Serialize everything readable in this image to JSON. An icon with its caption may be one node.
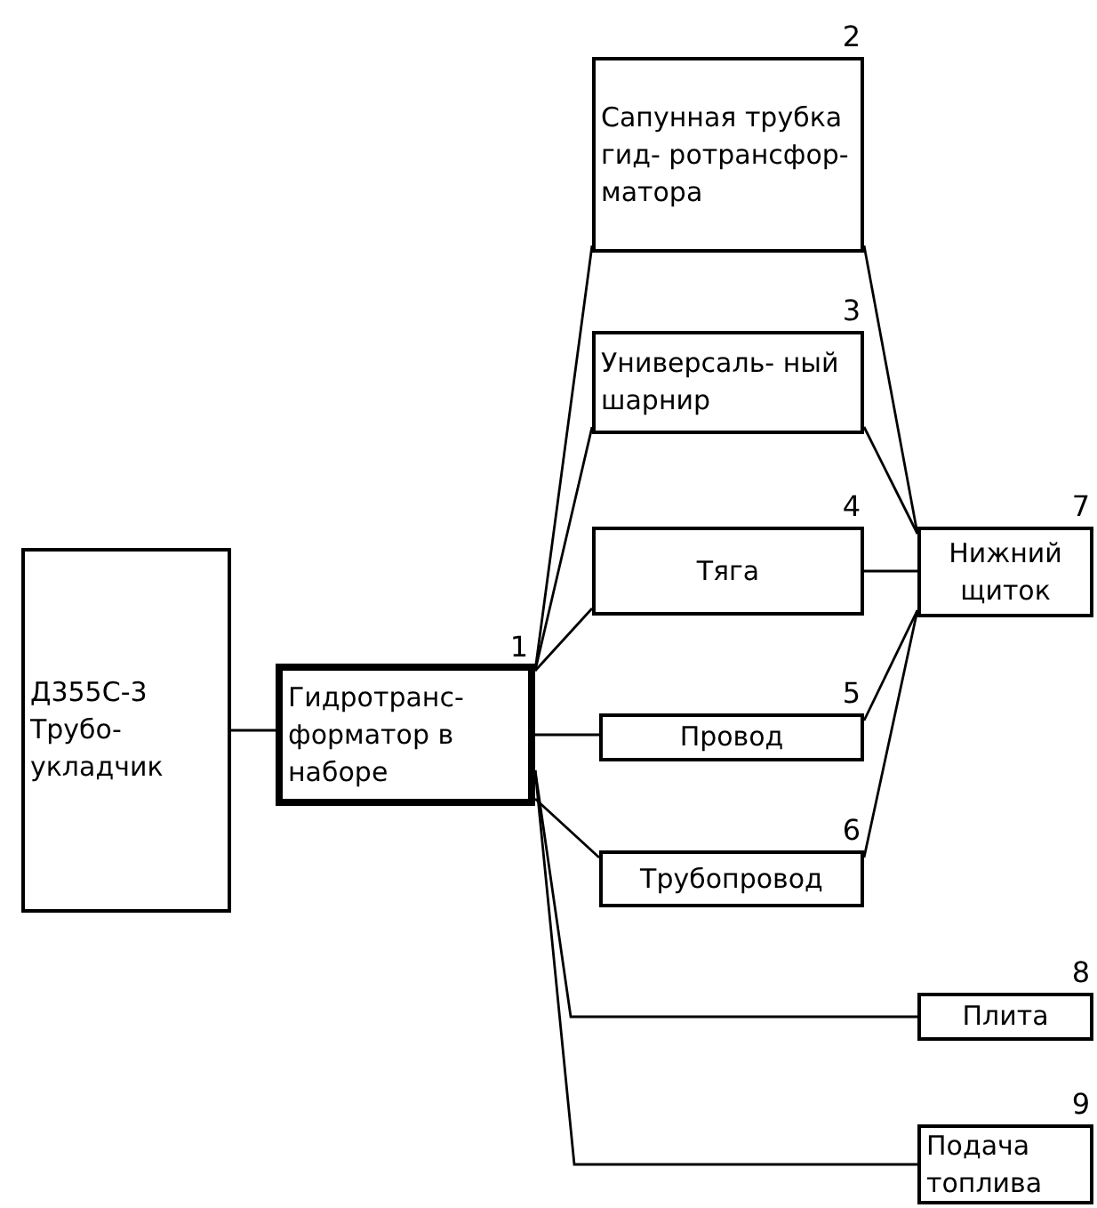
{
  "diagram": {
    "nodes": [
      {
        "text": [
          "Д355С-3 Трубо- укладчик"
        ]
      },
      {
        "text": [
          "Гидротранс- форматор в наборе"
        ],
        "beside": [
          "1"
        ]
      },
      {
        "text": [
          "Сапунная трубка гид- ротрансфор- матора"
        ],
        "beside": [
          "2"
        ]
      },
      {
        "text": [
          "Универсаль- ный шарнир"
        ],
        "beside": [
          "3"
        ]
      },
      {
        "text": [
          "Тяга"
        ],
        "beside": [
          "4"
        ]
      },
      {
        "text": [
          "Провод"
        ],
        "beside": [
          "5"
        ]
      },
      {
        "text": [
          "Трубопровод"
        ],
        "beside": [
          "6"
        ]
      },
      {
        "text": [
          "Нижний щиток"
        ],
        "beside": [
          "7"
        ]
      },
      {
        "text": [
          "Плита"
        ],
        "beside": [
          "8"
        ]
      },
      {
        "text": [
          "Подача топлива"
        ],
        "beside": [
          "9"
        ]
      }
    ],
    "edges": [
      {
        "from": 0,
        "to": 1,
        "arrow": "none"
      },
      {
        "from": 1,
        "to": 2,
        "arrow": "none"
      },
      {
        "from": 1,
        "to": 3,
        "arrow": "none"
      },
      {
        "from": 1,
        "to": 4,
        "arrow": "none"
      },
      {
        "from": 1,
        "to": 5,
        "arrow": "none"
      },
      {
        "from": 1,
        "to": 6,
        "arrow": "none"
      },
      {
        "from": 1,
        "to": 8,
        "arrow": "none"
      },
      {
        "from": 1,
        "to": 9,
        "arrow": "none"
      },
      {
        "from": 2,
        "to": 7,
        "arrow": "none"
      },
      {
        "from": 3,
        "to": 7,
        "arrow": "none"
      },
      {
        "from": 4,
        "to": 7,
        "arrow": "none"
      },
      {
        "from": 5,
        "to": 7,
        "arrow": "none"
      },
      {
        "from": 6,
        "to": 7,
        "arrow": "none"
      }
    ]
  }
}
